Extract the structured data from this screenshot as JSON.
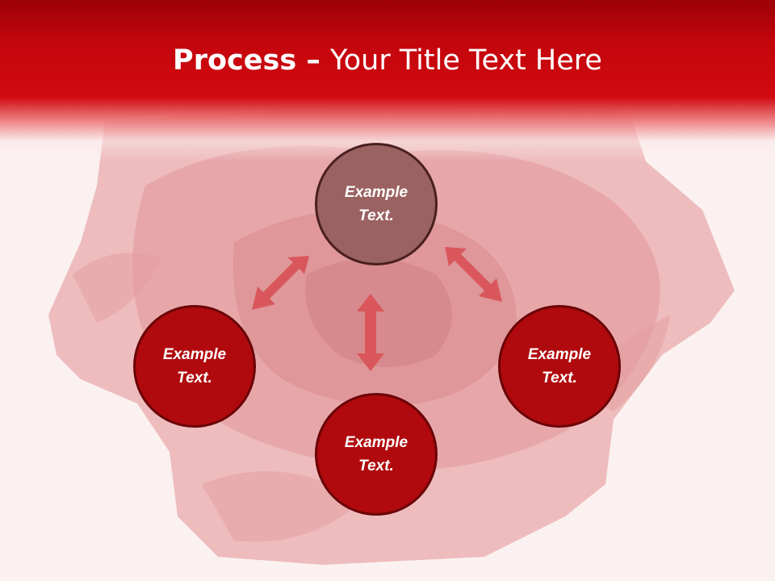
{
  "slide": {
    "title_bold": "Process",
    "title_separator": " – ",
    "title_rest": "Your Title Text Here"
  },
  "nodes": {
    "top": "Example Text.",
    "left": "Example Text.",
    "right": "Example Text.",
    "bottom": "Example Text."
  },
  "colors": {
    "header": "#c4060c",
    "node_fill": "#b00a0e",
    "top_node_fill": "#9b6262",
    "arrow": "#d9575c"
  }
}
